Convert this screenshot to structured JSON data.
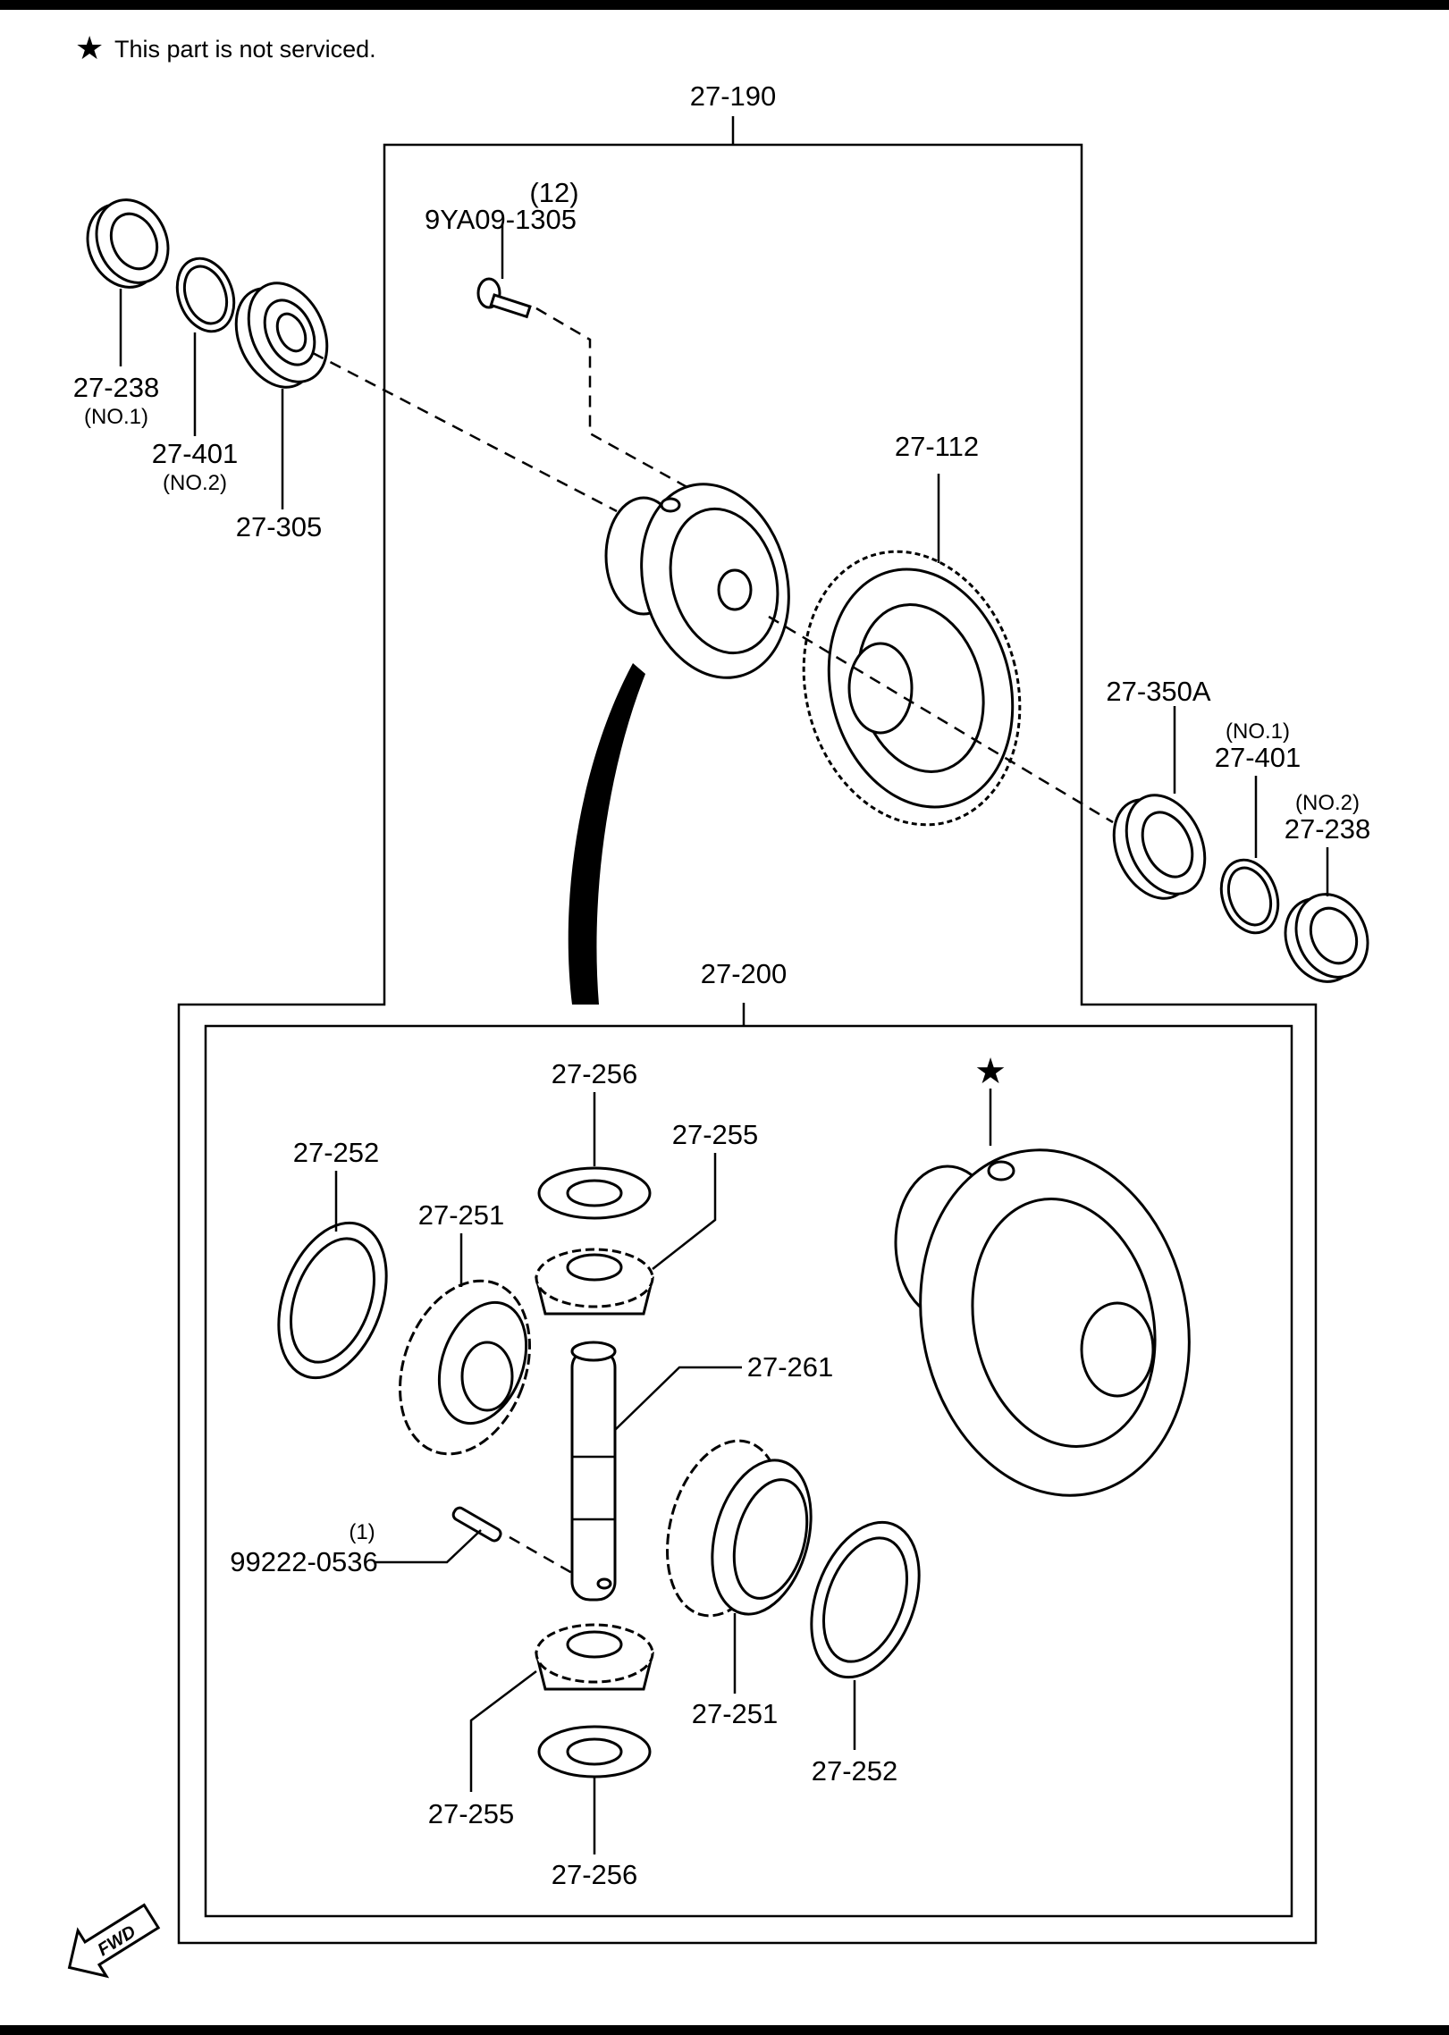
{
  "note": {
    "star": "★",
    "text": "This part is not serviced."
  },
  "star_marker": "★",
  "assemblies": {
    "upper": "27-190",
    "lower": "27-200"
  },
  "fwd_label": "FWD",
  "parts": {
    "p_27_238_l": "27-238",
    "p_27_238_l_q": "(NO.1)",
    "p_27_401_l": "27-401",
    "p_27_401_l_q": "(NO.2)",
    "p_27_305": "27-305",
    "p_bolt_qty": "(12)",
    "p_bolt": "9YA09-1305",
    "p_27_112": "27-112",
    "p_27_350a": "27-350A",
    "p_27_401_r_q": "(NO.1)",
    "p_27_401_r": "27-401",
    "p_27_238_r_q": "(NO.2)",
    "p_27_238_r": "27-238",
    "p_27_256_t": "27-256",
    "p_27_255_t": "27-255",
    "p_27_252_l": "27-252",
    "p_27_251_l": "27-251",
    "p_27_261": "27-261",
    "p_pin_qty": "(1)",
    "p_pin": "99222-0536",
    "p_27_251_r": "27-251",
    "p_27_252_r": "27-252",
    "p_27_255_b": "27-255",
    "p_27_256_b": "27-256"
  },
  "icons": [
    "star-icon",
    "fwd-arrow-icon"
  ]
}
